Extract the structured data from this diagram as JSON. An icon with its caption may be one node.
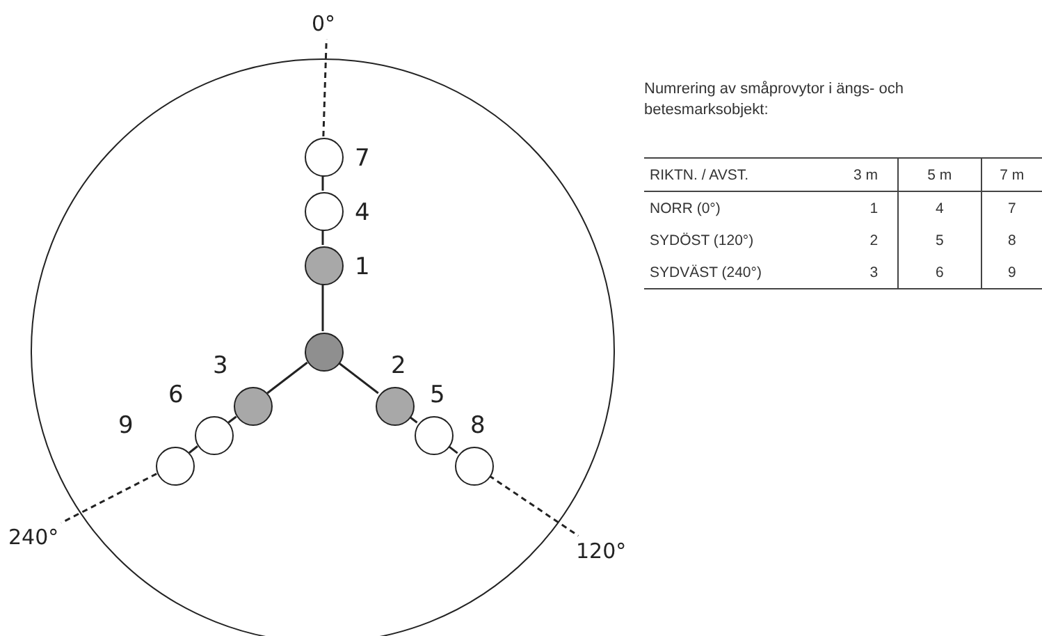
{
  "diagram": {
    "nodes": [
      {
        "text": [],
        "shape": "circle"
      },
      {
        "text": [
          "0°"
        ]
      },
      {
        "text": [],
        "shape": "circle",
        "in": 0,
        "beside": [
          "7"
        ]
      },
      {
        "text": [],
        "shape": "circle",
        "in": 0,
        "beside": [
          "4"
        ]
      },
      {
        "text": [],
        "shape": "circle",
        "in": 0,
        "beside": [
          "1"
        ]
      },
      {
        "text": [],
        "shape": "circle",
        "in": 0
      },
      {
        "text": [],
        "shape": "circle",
        "in": 0,
        "beside": [
          "3"
        ]
      },
      {
        "text": [],
        "shape": "circle",
        "in": 0,
        "beside": [
          "2"
        ]
      },
      {
        "text": [],
        "shape": "circle",
        "in": 0,
        "beside": [
          "6"
        ]
      },
      {
        "text": [],
        "shape": "circle",
        "in": 0,
        "beside": [
          "5"
        ]
      },
      {
        "text": [],
        "shape": "circle",
        "in": 0,
        "beside": [
          "9"
        ]
      },
      {
        "text": [],
        "shape": "circle",
        "in": 0,
        "beside": [
          "8"
        ]
      },
      {
        "text": [
          "240°"
        ]
      },
      {
        "text": [
          "120°"
        ]
      }
    ],
    "edges": [
      {
        "from": 5,
        "to": 4,
        "arrow": "none"
      },
      {
        "from": 4,
        "to": 3,
        "arrow": "none"
      },
      {
        "from": 3,
        "to": 2,
        "arrow": "none"
      },
      {
        "from": 2,
        "to": 1,
        "arrow": "none",
        "style": "dashed"
      },
      {
        "from": 5,
        "to": 6,
        "arrow": "none"
      },
      {
        "from": 6,
        "to": 8,
        "arrow": "none"
      },
      {
        "from": 8,
        "to": 10,
        "arrow": "none"
      },
      {
        "from": 10,
        "to": 12,
        "arrow": "none",
        "style": "dashed"
      },
      {
        "from": 5,
        "to": 7,
        "arrow": "none"
      },
      {
        "from": 7,
        "to": 9,
        "arrow": "none"
      },
      {
        "from": 9,
        "to": 11,
        "arrow": "none"
      },
      {
        "from": 11,
        "to": 13,
        "arrow": "none",
        "style": "dashed"
      }
    ],
    "labels": [
      "Numrering av småprovytor i ängs- och betesmarksobjekt:",
      "RIKTN. / AVST.",
      "3 m",
      "5 m",
      "7 m",
      "NORR (0°)",
      "1",
      "4",
      "7",
      "SYDÖST (120°)",
      "2",
      "5",
      "8",
      "SYDVÄST (240°)",
      "3",
      "6",
      "9"
    ]
  }
}
